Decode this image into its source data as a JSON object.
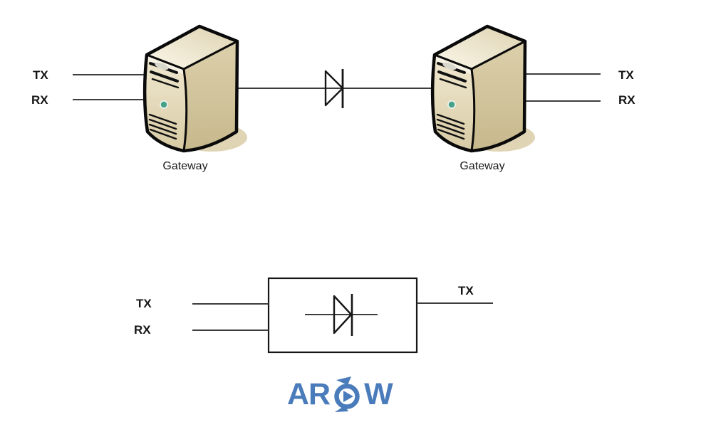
{
  "top_diagram": {
    "left_gateway": {
      "label": "Gateway",
      "tx": "TX",
      "rx": "RX"
    },
    "right_gateway": {
      "label": "Gateway",
      "tx": "TX",
      "rx": "RX"
    }
  },
  "bottom_diagram": {
    "tx_in": "TX",
    "rx_in": "RX",
    "tx_out": "TX"
  },
  "logo": {
    "text": "AROW",
    "prefix": "AR",
    "suffix": "W"
  },
  "colors": {
    "logo_blue": "#4a7cbb",
    "wire": "#3d3d3d",
    "diode_outline": "#161616",
    "tower_front": "#e9e0c6",
    "tower_side": "#d2c49c",
    "tower_top": "#f4eedd",
    "tower_shadow": "#dbd0ad",
    "led_green": "#46a186",
    "label_text": "#151515"
  }
}
